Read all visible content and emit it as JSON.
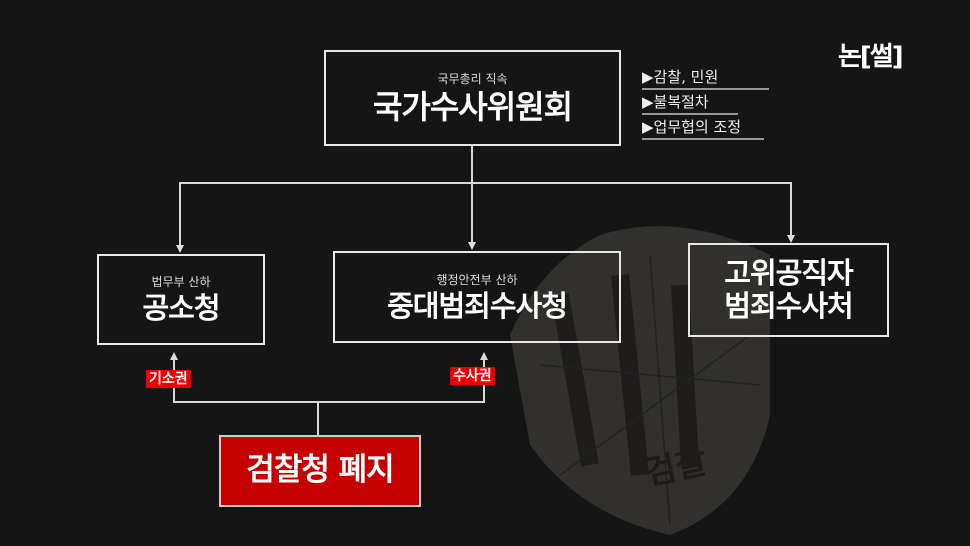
{
  "logo": {
    "text": "논[썰]"
  },
  "top_box": {
    "subtitle": "국무총리 직속",
    "title": "국가수사위원회"
  },
  "bullets": [
    "▶감찰, 민원",
    "▶불복절차",
    "▶업무협의 조정"
  ],
  "boxes": [
    {
      "subtitle": "법무부 산하",
      "title": "공소청"
    },
    {
      "subtitle": "행정안전부 산하",
      "title": "중대범죄수사청"
    },
    {
      "title_line1": "고위공직자",
      "title_line2": "범죄수사처"
    }
  ],
  "tags": {
    "prosecution": "기소권",
    "investigation": "수사권"
  },
  "bottom_box": {
    "title": "검찰청 폐지"
  },
  "background": {
    "shield_text": "검찰"
  },
  "colors": {
    "background": "#151516",
    "accent_red": "#c40000",
    "tag_red": "#ee0000"
  }
}
